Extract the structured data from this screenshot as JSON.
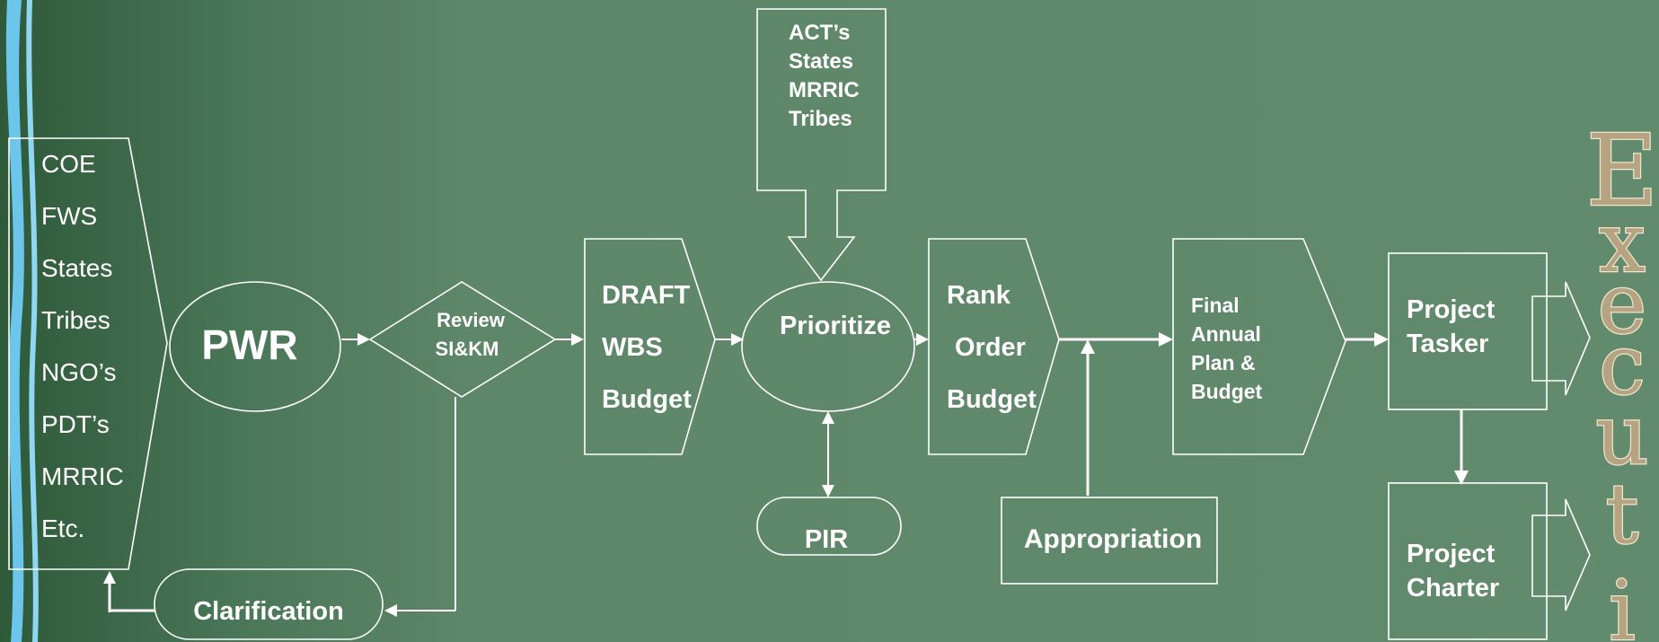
{
  "stakeholders": {
    "items": [
      "COE",
      "FWS",
      "States",
      "Tribes",
      "NGO’s",
      "PDT’s",
      "MRRIC",
      "Etc."
    ]
  },
  "nodes": {
    "pwr": "PWR",
    "review_line1": "Review",
    "review_line2": "SI&KM",
    "draft_lines": [
      "DRAFT",
      "WBS",
      "Budget"
    ],
    "input_lines": [
      "ACT’s",
      "States",
      "MRRIC",
      "Tribes"
    ],
    "prioritize": "Prioritize",
    "pir": "PIR",
    "rank_lines": [
      "Rank",
      "Order",
      "Budget"
    ],
    "appropriation": "Appropriation",
    "final_lines": [
      "Final",
      "Annual",
      "Plan &",
      "Budget"
    ],
    "tasker_lines": [
      "Project",
      "Tasker"
    ],
    "charter_lines": [
      "Project",
      "Charter"
    ],
    "clarification": "Clarification"
  },
  "side_title": {
    "letters": [
      "E",
      "x",
      "e",
      "c",
      "u",
      "t",
      "i"
    ]
  },
  "colors": {
    "background_dark": "#2e5a3a",
    "background_light": "#628a6c",
    "stroke": "#ffffff",
    "text": "#ffffff",
    "wordart_fill": "#b6a382",
    "accent_ribbon": "#6cc5ea"
  }
}
